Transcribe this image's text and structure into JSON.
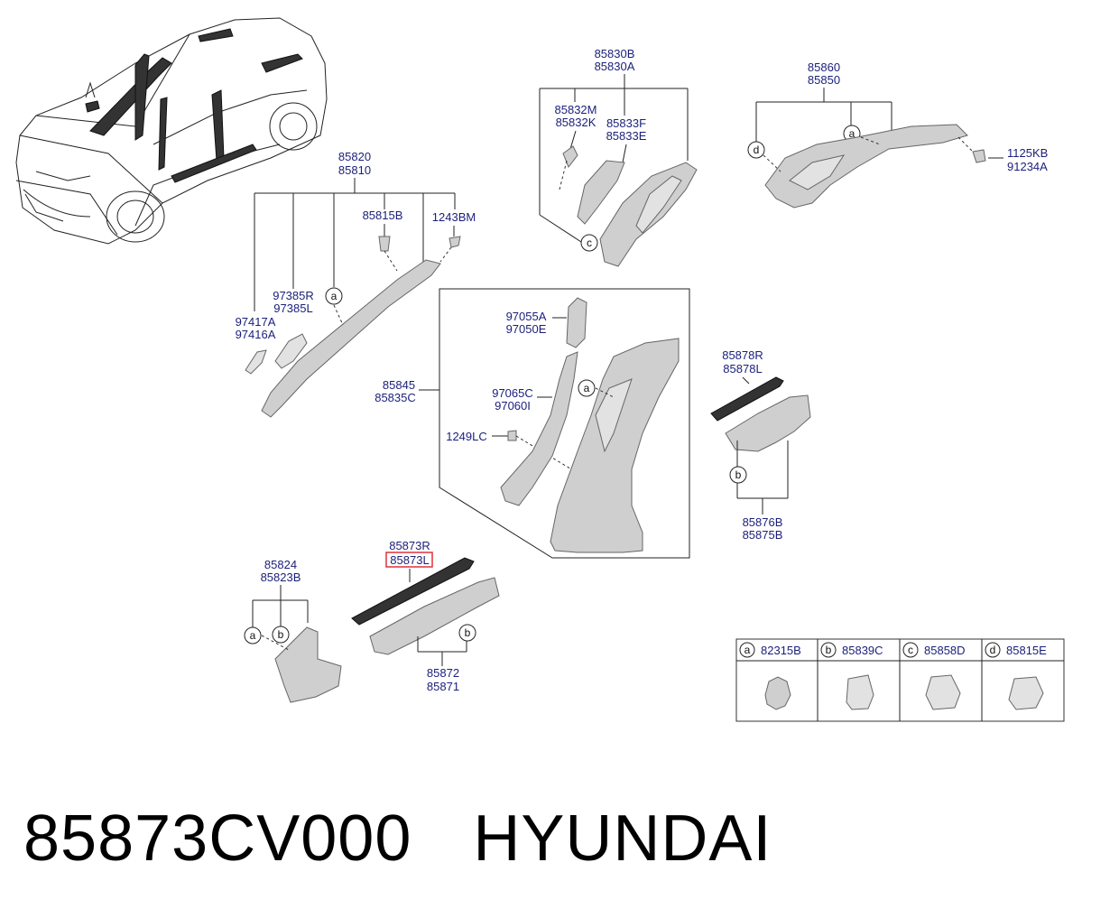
{
  "labels": {
    "p85830B": "85830B",
    "p85830A": "85830A",
    "p85832M": "85832M",
    "p85832K": "85832K",
    "p85833F": "85833F",
    "p85833E": "85833E",
    "p85860": "85860",
    "p85850": "85850",
    "p1125KB": "1125KB",
    "p91234A": "91234A",
    "p85820": "85820",
    "p85810": "85810",
    "p85815B": "85815B",
    "p1243BM": "1243BM",
    "p97385R": "97385R",
    "p97385L": "97385L",
    "p97417A": "97417A",
    "p97416A": "97416A",
    "p97055A": "97055A",
    "p97050E": "97050E",
    "p97065C": "97065C",
    "p97060I": "97060I",
    "p1249LC": "1249LC",
    "p85845": "85845",
    "p85835C": "85835C",
    "p85878R": "85878R",
    "p85878L": "85878L",
    "p85876B": "85876B",
    "p85875B": "85875B",
    "p85873R": "85873R",
    "p85873L": "85873L",
    "p85824": "85824",
    "p85823B": "85823B",
    "p85872": "85872",
    "p85871": "85871"
  },
  "callouts": {
    "a": "a",
    "b": "b",
    "c": "c",
    "d": "d"
  },
  "legend": [
    {
      "letter": "a",
      "part": "82315B"
    },
    {
      "letter": "b",
      "part": "85839C"
    },
    {
      "letter": "c",
      "part": "85858D"
    },
    {
      "letter": "d",
      "part": "85815E"
    }
  ],
  "footer": {
    "part_number": "85873CV000",
    "brand": "HYUNDAI"
  },
  "colors": {
    "label_text": "#1a1f7a",
    "highlight_box": "#e0303a"
  }
}
